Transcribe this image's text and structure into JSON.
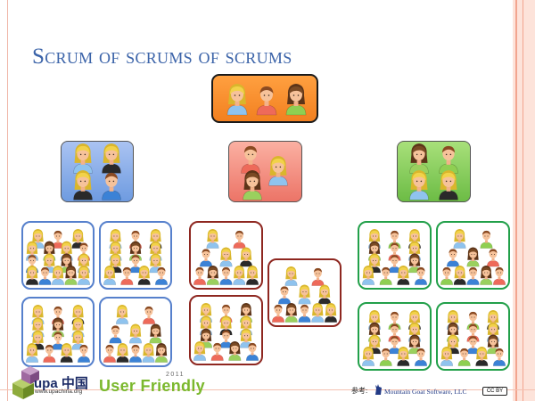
{
  "slide": {
    "title": "Scrum of scrums of scrums"
  },
  "colors": {
    "title": "#3c64a9",
    "level1_fill": "#f28020",
    "blue_team": "#6e9be0",
    "red_team": "#ec7467",
    "green_team": "#6cbc45",
    "blue_border": "#5680cc",
    "red_border": "#8e2720",
    "green_border": "#22a04a"
  },
  "diagram": {
    "top_team": {
      "members": [
        "woman-blonde",
        "man-red-shirt",
        "woman-green-shirt"
      ]
    },
    "mid_teams": [
      {
        "color": "blue",
        "members": [
          "woman-blonde",
          "woman-blonde-dark",
          "woman-blonde-dark",
          "man-blue-shirt"
        ]
      },
      {
        "color": "red",
        "members": [
          "man-red-shirt",
          "woman-blonde",
          "woman-brown-hair"
        ]
      },
      {
        "color": "green",
        "members": [
          "woman-brown-hair",
          "man-green-shirt",
          "woman-blonde",
          "woman-blonde-dark"
        ]
      }
    ],
    "leaf_teams": [
      {
        "color": "blue",
        "people": 16
      },
      {
        "color": "blue",
        "people": 13
      },
      {
        "color": "blue",
        "people": 13
      },
      {
        "color": "blue",
        "people": 10
      },
      {
        "color": "red",
        "people": 10
      },
      {
        "color": "red",
        "people": 10
      },
      {
        "color": "red",
        "people": 13
      },
      {
        "color": "green",
        "people": 13
      },
      {
        "color": "green",
        "people": 10
      },
      {
        "color": "green",
        "people": 13
      },
      {
        "color": "green",
        "people": 13
      }
    ]
  },
  "footer": {
    "upa_logo_text": "upa 中国",
    "upa_url": "www.upachina.org",
    "user_friendly_text": "User Friendly",
    "user_friendly_year": "2011",
    "reference_label": "参考:",
    "reference_owner": "Mountain Goat Software, LLC",
    "license_badge": "CC BY"
  }
}
